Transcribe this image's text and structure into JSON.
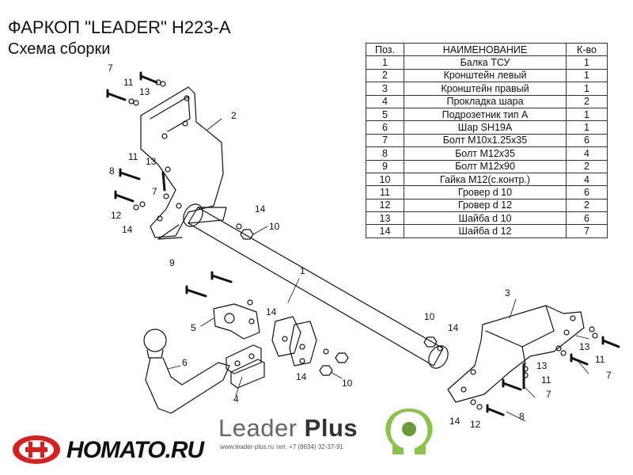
{
  "header": {
    "title": "ФАРКОП \"LEADER\" H223-A",
    "subtitle": "Схема сборки"
  },
  "parts_table": {
    "columns": [
      "Поз.",
      "НАИМЕНОВАНИЕ",
      "К-во"
    ],
    "rows": [
      [
        "1",
        "Балка ТСУ",
        "1"
      ],
      [
        "2",
        "Кронштейн левый",
        "1"
      ],
      [
        "3",
        "Кронштейн правый",
        "1"
      ],
      [
        "4",
        "Прокладка шара",
        "2"
      ],
      [
        "5",
        "Подрозетник тип А",
        "1"
      ],
      [
        "6",
        "Шар SH19A",
        "1"
      ],
      [
        "7",
        "Болт М10х1.25х35",
        "6"
      ],
      [
        "8",
        "Болт М12х35",
        "4"
      ],
      [
        "9",
        "Болт М12х90",
        "2"
      ],
      [
        "10",
        "Гайка М12(с.контр.)",
        "4"
      ],
      [
        "11",
        "Гровер d 10",
        "6"
      ],
      [
        "12",
        "Гровер d 12",
        "2"
      ],
      [
        "13",
        "Шайба d 10",
        "6"
      ],
      [
        "14",
        "Шайба d 12",
        "7"
      ]
    ]
  },
  "callouts": [
    {
      "id": "c1",
      "text": "1"
    },
    {
      "id": "c2",
      "text": "2"
    },
    {
      "id": "c3",
      "text": "3"
    },
    {
      "id": "c4",
      "text": "4"
    },
    {
      "id": "c5",
      "text": "5"
    },
    {
      "id": "c6",
      "text": "6"
    },
    {
      "id": "c7a",
      "text": "7"
    },
    {
      "id": "c11a",
      "text": "11"
    },
    {
      "id": "c13a",
      "text": "13"
    },
    {
      "id": "c11b",
      "text": "11"
    },
    {
      "id": "c13b",
      "text": "13"
    },
    {
      "id": "c8a",
      "text": "8"
    },
    {
      "id": "c7b",
      "text": "7"
    },
    {
      "id": "c12a",
      "text": "12"
    },
    {
      "id": "c14a",
      "text": "14"
    },
    {
      "id": "c14b",
      "text": "14"
    },
    {
      "id": "c10a",
      "text": "10"
    },
    {
      "id": "c9",
      "text": "9"
    },
    {
      "id": "c14c",
      "text": "14"
    },
    {
      "id": "c14d",
      "text": "14"
    },
    {
      "id": "c10b",
      "text": "10"
    },
    {
      "id": "c10c",
      "text": "10"
    },
    {
      "id": "c14e",
      "text": "14"
    },
    {
      "id": "c13c",
      "text": "13"
    },
    {
      "id": "c11c",
      "text": "11"
    },
    {
      "id": "c13d",
      "text": "13"
    },
    {
      "id": "c11d",
      "text": "11"
    },
    {
      "id": "c7c",
      "text": "7"
    },
    {
      "id": "c7d",
      "text": "7"
    },
    {
      "id": "c8b",
      "text": "8"
    },
    {
      "id": "c14f",
      "text": "14"
    },
    {
      "id": "c12b",
      "text": "12"
    }
  ],
  "brand": {
    "leader_word": "Leader",
    "plus_word": "Plus",
    "contact": "www.leader-plus.ru   тел. +7 (8634) 32-37-91",
    "homato": "HOMATO.RU"
  },
  "colors": {
    "omega_green": "#8bc34a",
    "homato_red": "#d62020",
    "line": "#111111"
  }
}
